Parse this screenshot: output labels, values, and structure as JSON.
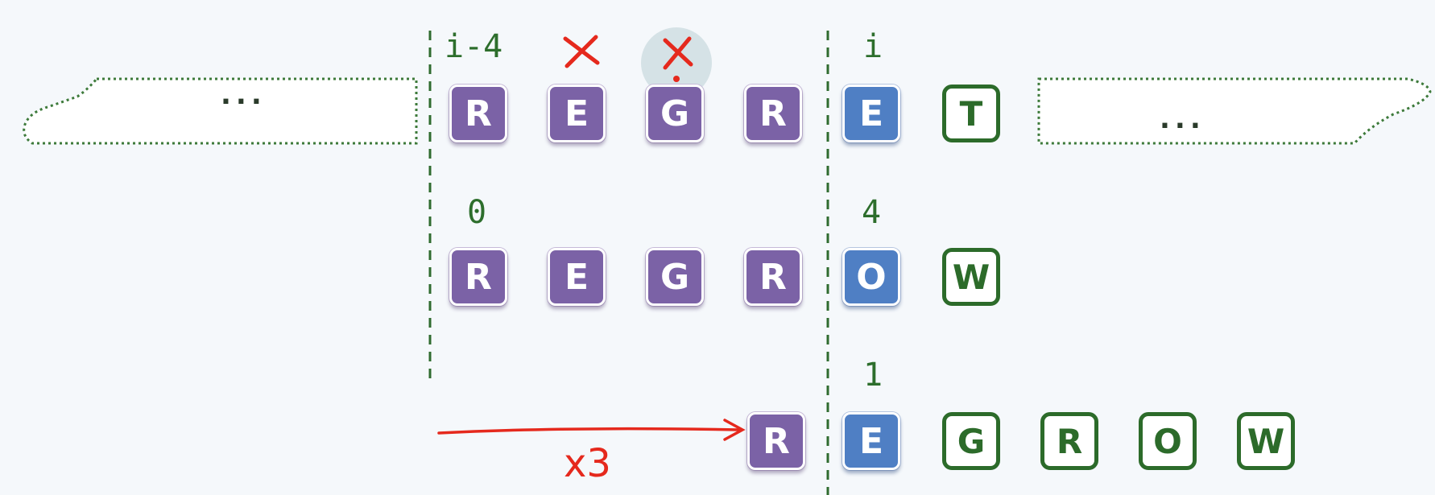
{
  "rows": [
    {
      "id": "row1",
      "tiles": [
        {
          "letter": "R",
          "style": "purple"
        },
        {
          "letter": "E",
          "style": "purple"
        },
        {
          "letter": "G",
          "style": "purple"
        },
        {
          "letter": "R",
          "style": "purple"
        },
        {
          "letter": "E",
          "style": "blue"
        },
        {
          "letter": "T",
          "style": "outline"
        }
      ]
    },
    {
      "id": "row2",
      "tiles": [
        {
          "letter": "R",
          "style": "purple"
        },
        {
          "letter": "E",
          "style": "purple"
        },
        {
          "letter": "G",
          "style": "purple"
        },
        {
          "letter": "R",
          "style": "purple"
        },
        {
          "letter": "O",
          "style": "blue"
        },
        {
          "letter": "W",
          "style": "outline"
        }
      ]
    },
    {
      "id": "row3",
      "tiles": [
        {
          "letter": "R",
          "style": "purple"
        },
        {
          "letter": "E",
          "style": "blue"
        },
        {
          "letter": "G",
          "style": "outline"
        },
        {
          "letter": "R",
          "style": "outline"
        },
        {
          "letter": "O",
          "style": "outline"
        },
        {
          "letter": "W",
          "style": "outline"
        }
      ]
    }
  ],
  "labels": {
    "row1_left": "i-4",
    "row1_right": "i",
    "row2_left": "0",
    "row2_right": "4",
    "row3_right": "1"
  },
  "ellipsis": {
    "left": "...",
    "right": "..."
  },
  "annotation": {
    "multiplier": "x3"
  },
  "icons": [
    "cross-mark-icon",
    "cross-mark-icon",
    "arrow-right-icon"
  ],
  "colors": {
    "purple_tile": "#7b62a6",
    "blue_tile": "#4f7fc4",
    "outline_tile": "#2c6b2a",
    "label_green": "#2d6e2c",
    "annotation_red": "#e5291d",
    "divider_green": "#2f6b2f",
    "background": "#f5f8fb"
  }
}
